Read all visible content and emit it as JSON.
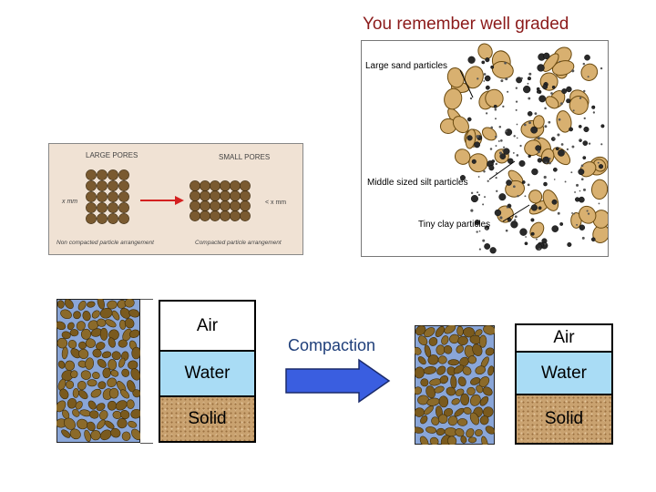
{
  "title": "You remember well graded",
  "graded_figure": {
    "label_sand": "Large sand particles",
    "label_silt": "Middle sized silt particles",
    "label_clay": "Tiny clay particles"
  },
  "pores_figure": {
    "label_large": "LARGE PORES",
    "label_small": "SMALL PORES",
    "label_xmm": "x mm",
    "label_lt_xmm": "< x mm",
    "caption_left": "Non compacted particle arrangement",
    "caption_right": "Compacted particle arrangement"
  },
  "before": {
    "air": "Air",
    "water": "Water",
    "solid": "Solid"
  },
  "after": {
    "air": "Air",
    "water": "Water",
    "solid": "Solid"
  },
  "compaction_label": "Compaction",
  "colors": {
    "title": "#8b1a1a",
    "arrow": "#3a5ee0",
    "water": "#a9dcf5",
    "solid": "#c9a270",
    "particle": "#7a5a1e"
  }
}
